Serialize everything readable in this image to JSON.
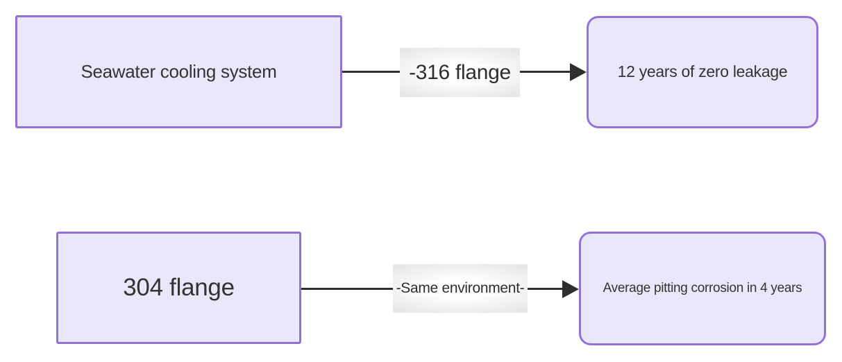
{
  "diagram": {
    "type": "flowchart-comparison",
    "background": "#ffffff",
    "colors": {
      "node_fill": "#eae7fa",
      "node_border": "#9372d6",
      "edge_line": "#2f2f2f",
      "edge_label_bg": "#e8e8e8",
      "text": "#333333"
    },
    "nodes": [
      {
        "id": "A",
        "label": "Seawater cooling system",
        "shape": "rectangle"
      },
      {
        "id": "B",
        "label": "12 years of zero leakage",
        "shape": "rounded-rectangle"
      },
      {
        "id": "C",
        "label": "304 flange",
        "shape": "rectangle"
      },
      {
        "id": "D",
        "label": "Average pitting corrosion in 4 years",
        "shape": "rounded-rectangle"
      }
    ],
    "edges": [
      {
        "from": "A",
        "to": "B",
        "label": "-316 flange",
        "arrow": "filled-right-triangle"
      },
      {
        "from": "C",
        "to": "D",
        "label": "-Same environment-",
        "arrow": "filled-right-triangle"
      }
    ]
  }
}
